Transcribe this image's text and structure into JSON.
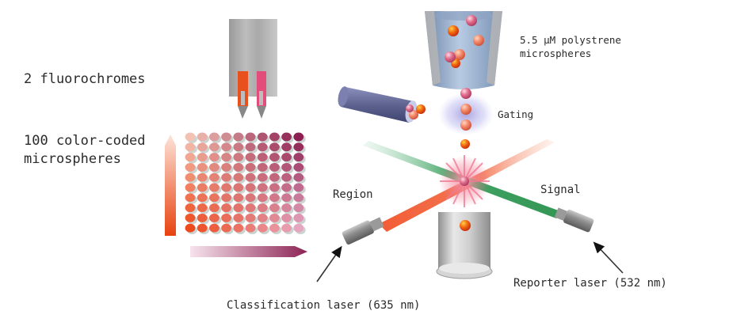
{
  "labels": {
    "fluorochromes": "2 fluorochromes",
    "color_coded_line1": "100 color-coded",
    "color_coded_line2": "microspheres",
    "polystyrene_line1": "5.5 μM polystrene",
    "polystyrene_line2": "microspheres",
    "gating": "Gating",
    "region": "Region",
    "signal": "Signal",
    "classification_laser": "Classification laser (635 nm)",
    "reporter_laser": "Reporter laser (532 nm)"
  },
  "bead_grid": {
    "rows": 10,
    "cols": 10,
    "corner_colors": {
      "top_left": "#f3c2b4",
      "top_right": "#8c1f50",
      "bottom_left": "#ef4a1c",
      "bottom_right": "#e7a6bf"
    }
  },
  "colors": {
    "classification_beam": "#f2663f",
    "reporter_beam": "#1f8a45",
    "flow_cell": "#8fa6c4",
    "sheath_tube": "#5f6390",
    "bead_orange": "#f06a12",
    "bead_pink": "#e06f8f",
    "vertical_arrow": "#ec4b1b",
    "horizontal_arrow": "#9a2d5e"
  }
}
